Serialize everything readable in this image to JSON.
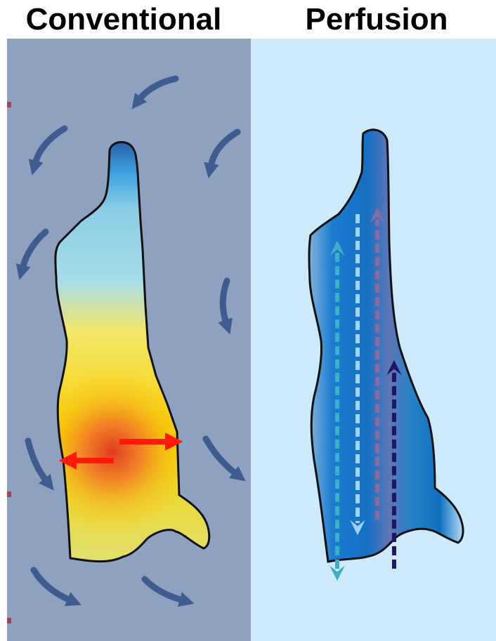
{
  "panels": {
    "left": {
      "title": "Conventional",
      "background_color": "#8ea1bf",
      "ambient_arrow_color": "#3d5d8f",
      "gradient_colors": [
        "#2a5fa8",
        "#3aa0e0",
        "#a6dcea",
        "#f3e66a",
        "#f8d000",
        "#e23a1f"
      ],
      "flux_arrow_color": "#ff1a0a",
      "ambient_arrow_count": 9,
      "flux_arrow_count": 2
    },
    "right": {
      "title": "Perfusion",
      "background_color": "#cdeafb",
      "gradient_colors": [
        "#7fb2d8",
        "#1b7cd0",
        "#5f76b6",
        "#2683c8"
      ],
      "flow_arrows": [
        {
          "name": "teal-arrow",
          "color": "#3ab0c3",
          "direction": "both"
        },
        {
          "name": "light-blue-arrow",
          "color": "#9fd4f6",
          "direction": "down"
        },
        {
          "name": "mauve-arrow",
          "color": "#8a6aa0",
          "direction": "up"
        },
        {
          "name": "navy-arrow",
          "color": "#211567",
          "direction": "up"
        }
      ]
    }
  }
}
